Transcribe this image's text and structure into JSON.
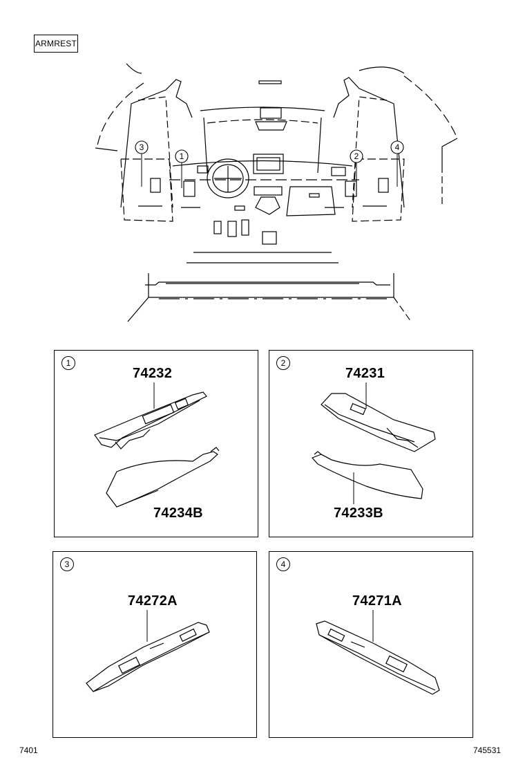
{
  "header": {
    "section_tag": "ARMREST"
  },
  "overview": {
    "callouts": [
      "3",
      "1",
      "2",
      "4"
    ]
  },
  "panels": [
    {
      "callout": "1",
      "parts": [
        "74232",
        "74234B"
      ]
    },
    {
      "callout": "2",
      "parts": [
        "74231",
        "74233B"
      ]
    },
    {
      "callout": "3",
      "parts": [
        "74272A"
      ]
    },
    {
      "callout": "4",
      "parts": [
        "74271A"
      ]
    }
  ],
  "footer": {
    "left_code": "7401",
    "right_code": "745531"
  }
}
